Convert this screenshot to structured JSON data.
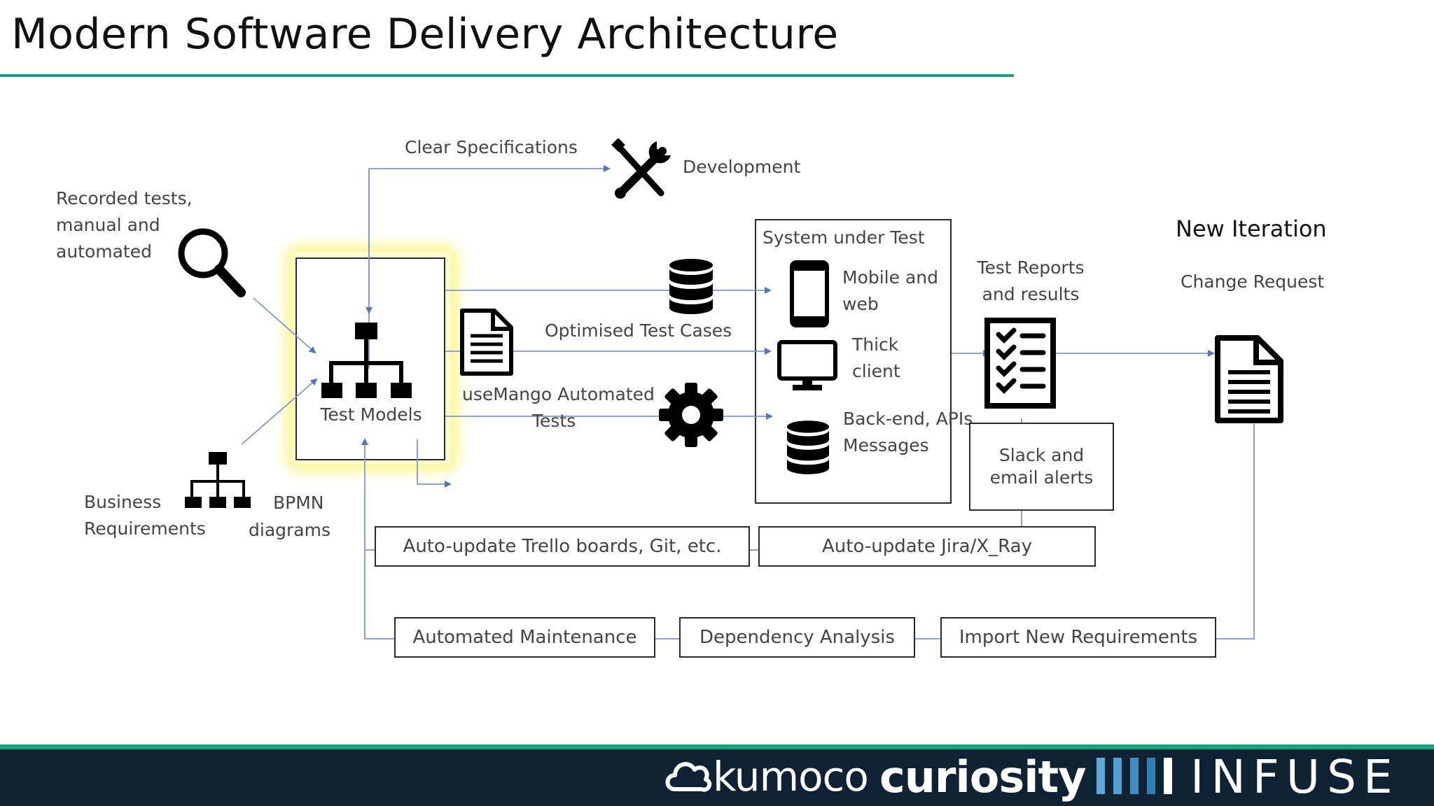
{
  "title": "Modern Software Delivery Architecture",
  "labels": {
    "clear_specifications": "Clear Specifications",
    "development": "Development",
    "recorded_tests": [
      "Recorded tests,",
      "manual and",
      "automated"
    ],
    "test_models": "Test Models",
    "business_requirements": [
      "Business",
      "Requirements"
    ],
    "bpmn_diagrams": [
      "BPMN",
      "diagrams"
    ],
    "optimised_test_cases": "Optimised Test Cases",
    "usemango_tests": [
      "useMango Automated",
      "Tests"
    ],
    "system_under_test": "System under Test",
    "mobile_and_web": [
      "Mobile and",
      "web"
    ],
    "thick_client": [
      "Thick",
      "client"
    ],
    "backend": [
      "Back-end, APIs,",
      "Messages"
    ],
    "test_reports": [
      "Test Reports",
      "and results"
    ],
    "new_iteration": "New Iteration",
    "change_request": "Change Request",
    "slack_alerts": [
      "Slack and",
      "email alerts"
    ],
    "trello": "Auto-update Trello boards, Git, etc.",
    "jira": "Auto-update Jira/X_Ray",
    "automated_maintenance": "Automated Maintenance",
    "dependency_analysis": "Dependency Analysis",
    "import_requirements": "Import New Requirements"
  },
  "icons": {
    "search": "magnifier-icon",
    "tools": "tools-icon",
    "hierarchy": "hierarchy-icon",
    "document": "document-icon",
    "database": "database-icon",
    "gear": "gear-icon",
    "mobile": "mobile-phone-icon",
    "monitor": "monitor-icon",
    "checklist": "checklist-icon"
  },
  "footer": {
    "logo_kumoco": "kumoco",
    "logo_curiosity": "curiosity",
    "logo_infuse": "INFUSE",
    "bar_colors": [
      "#5ea9d6",
      "#4f9fd0",
      "#3f8fc4",
      "#2f7fb6",
      "#ffffff"
    ]
  },
  "colors": {
    "accent": "#1aa37f",
    "arrow": "#5577bb",
    "footer_bg": "#0f2233"
  }
}
